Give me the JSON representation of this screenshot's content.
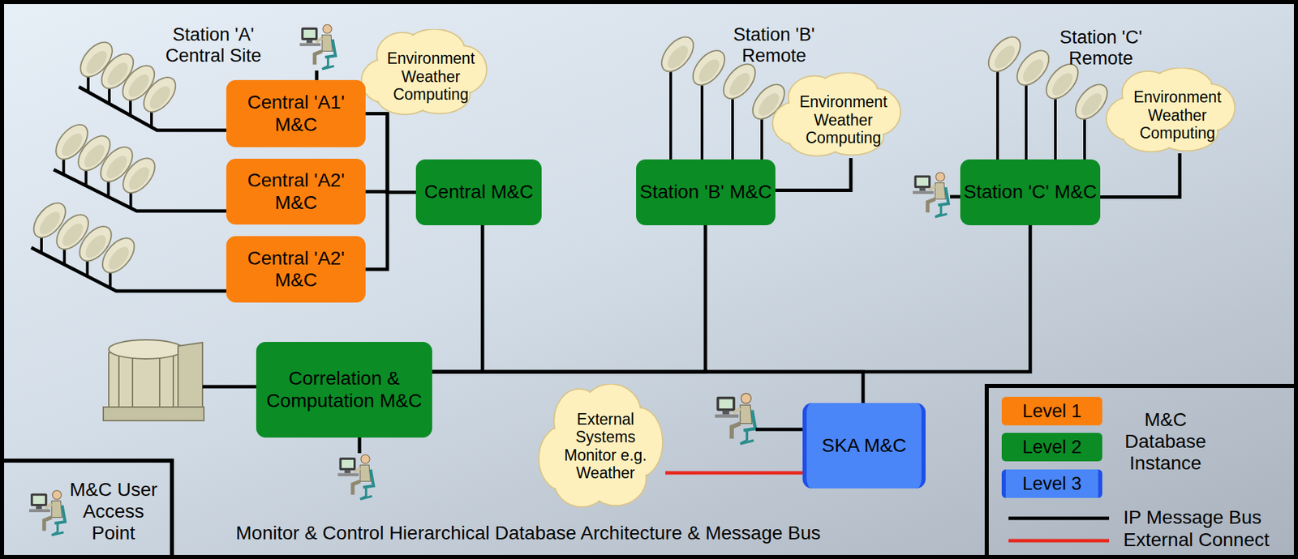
{
  "diagram": {
    "caption": "Monitor & Control Hierarchical Database Architecture & Message Bus",
    "nodes": [
      {
        "text": [
          "Environment Weather Computing"
        ]
      },
      {
        "text": [
          "Central 'A1' M&C"
        ]
      },
      {
        "text": [
          "Central 'A2' M&C"
        ]
      },
      {
        "text": [
          "Central 'A2' M&C"
        ]
      },
      {
        "text": [
          "Central M&C"
        ]
      },
      {
        "text": [
          "Station 'B' M&C"
        ]
      },
      {
        "text": [
          "Environment Weather Computing"
        ]
      },
      {
        "text": [
          "Station 'C' M&C"
        ]
      },
      {
        "text": [
          "Environment Weather Computing"
        ]
      },
      {
        "text": [
          "Correlation & Computation M&C"
        ]
      },
      {
        "text": [
          "External Systems Monitor e.g. Weather"
        ]
      },
      {
        "text": [
          "SKA M&C"
        ]
      }
    ],
    "edges": [
      {
        "from": 1,
        "to": 4,
        "arrow": "none"
      },
      {
        "from": 2,
        "to": 4,
        "arrow": "none"
      },
      {
        "from": 3,
        "to": 4,
        "arrow": "none"
      },
      {
        "from": 0,
        "to": 4,
        "arrow": "none"
      },
      {
        "from": 9,
        "to": 4,
        "arrow": "none"
      },
      {
        "from": 9,
        "to": 5,
        "arrow": "none"
      },
      {
        "from": 9,
        "to": 7,
        "arrow": "none"
      },
      {
        "from": 9,
        "to": 11,
        "arrow": "none"
      },
      {
        "from": 5,
        "to": 6,
        "arrow": "none"
      },
      {
        "from": 7,
        "to": 8,
        "arrow": "none"
      },
      {
        "from": 10,
        "to": 11,
        "arrow": "none"
      }
    ],
    "labels": [
      "Station 'A' Central Site",
      "Station 'B' Remote",
      "Station 'C' Remote",
      "M&C User Access Point",
      "M&C Database Instance"
    ],
    "legend": [
      {
        "text": "Level 1",
        "color": "#fb7f0c"
      },
      {
        "text": "Level 2",
        "color": "#0b8c25"
      },
      {
        "text": "Level 3",
        "color": "#4a86f7"
      },
      {
        "text": "IP Message Bus"
      },
      {
        "text": "External Connect"
      }
    ]
  }
}
